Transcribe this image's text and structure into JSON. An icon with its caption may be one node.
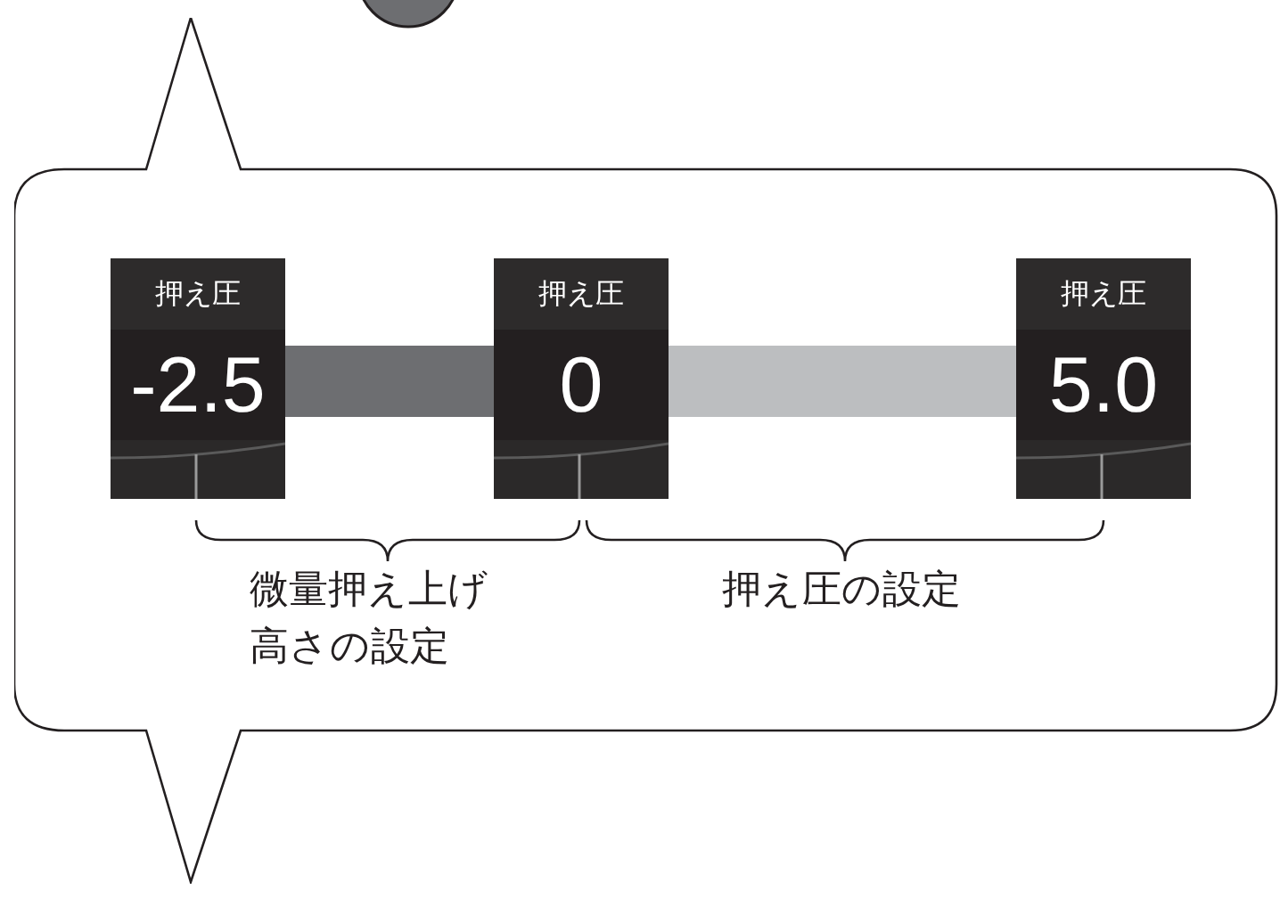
{
  "diagram": {
    "nodes": [
      {
        "text": [],
        "shape": "callout"
      },
      {
        "text": [
          "押え圧",
          "-2.5"
        ],
        "in": 0
      },
      {
        "text": [
          "押え圧",
          "0"
        ],
        "in": 0
      },
      {
        "text": [
          "押え圧",
          "5.0"
        ],
        "in": 0
      }
    ],
    "edges": [
      {
        "from": 1,
        "to": 2,
        "arrow": "none",
        "color": "#6d6e71"
      },
      {
        "from": 2,
        "to": 3,
        "arrow": "none",
        "color": "#bcbec0"
      }
    ],
    "labels": [
      "微量押え上げ高さの設定",
      "押え圧の設定"
    ]
  }
}
